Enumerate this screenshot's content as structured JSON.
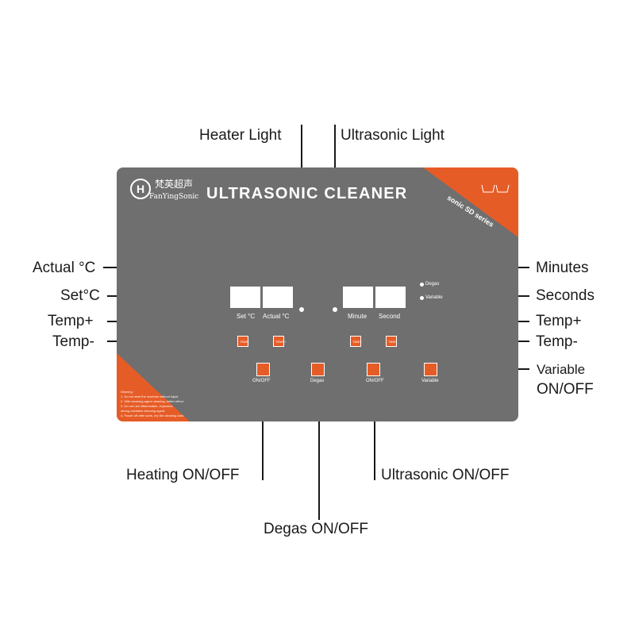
{
  "panel": {
    "title": "ULTRASONIC CLEANER",
    "brand_cn": "梵英超声",
    "brand_en": "FanYingSonic",
    "logo_letter": "H",
    "series": "sonic SD series",
    "display_labels": {
      "set_c": "Set °C",
      "actual_c": "Actual °C",
      "minute": "Minute",
      "second": "Second"
    },
    "indicators": {
      "degas": "Degas",
      "variable": "Variable"
    },
    "button_labels": {
      "heat_onoff": "ON/OFF",
      "degas": "Degas",
      "us_onoff": "ON/OFF",
      "variable": "Variable"
    },
    "button_icon_text": {
      "temp_minus": "TEMP-",
      "temp_plus": "TEMP+",
      "time_plus": "TIME+",
      "time_minus": "TIME-"
    },
    "warning_title": "Warning:",
    "warning_lines": [
      "1. Do not start the machine without liquid.",
      "2. With cleaning agent cleaning, better effect.",
      "3. Do not use inflammable, explosive,",
      "   strong oxidative cleaning agent.",
      "4. Power off after work, dry the cleaning tank."
    ]
  },
  "callouts": {
    "heater_light": "Heater Light",
    "ultrasonic_light": "Ultrasonic Light",
    "actual_c": "Actual °C",
    "set_c": "Set°C",
    "temp_plus_left": "Temp+",
    "temp_minus_left": "Temp-",
    "minutes": "Minutes",
    "seconds": "Seconds",
    "temp_plus_right": "Temp+",
    "temp_minus_right": "Temp-",
    "variable_onoff_1": "Variable",
    "variable_onoff_2": "ON/OFF",
    "heating_onoff": "Heating ON/OFF",
    "ultrasonic_onoff": "Ultrasonic ON/OFF",
    "degas_onoff": "Degas ON/OFF"
  },
  "colors": {
    "panel_gray": "#6f6f6f",
    "accent_orange": "#e65c27",
    "line": "#1a1a1a"
  }
}
